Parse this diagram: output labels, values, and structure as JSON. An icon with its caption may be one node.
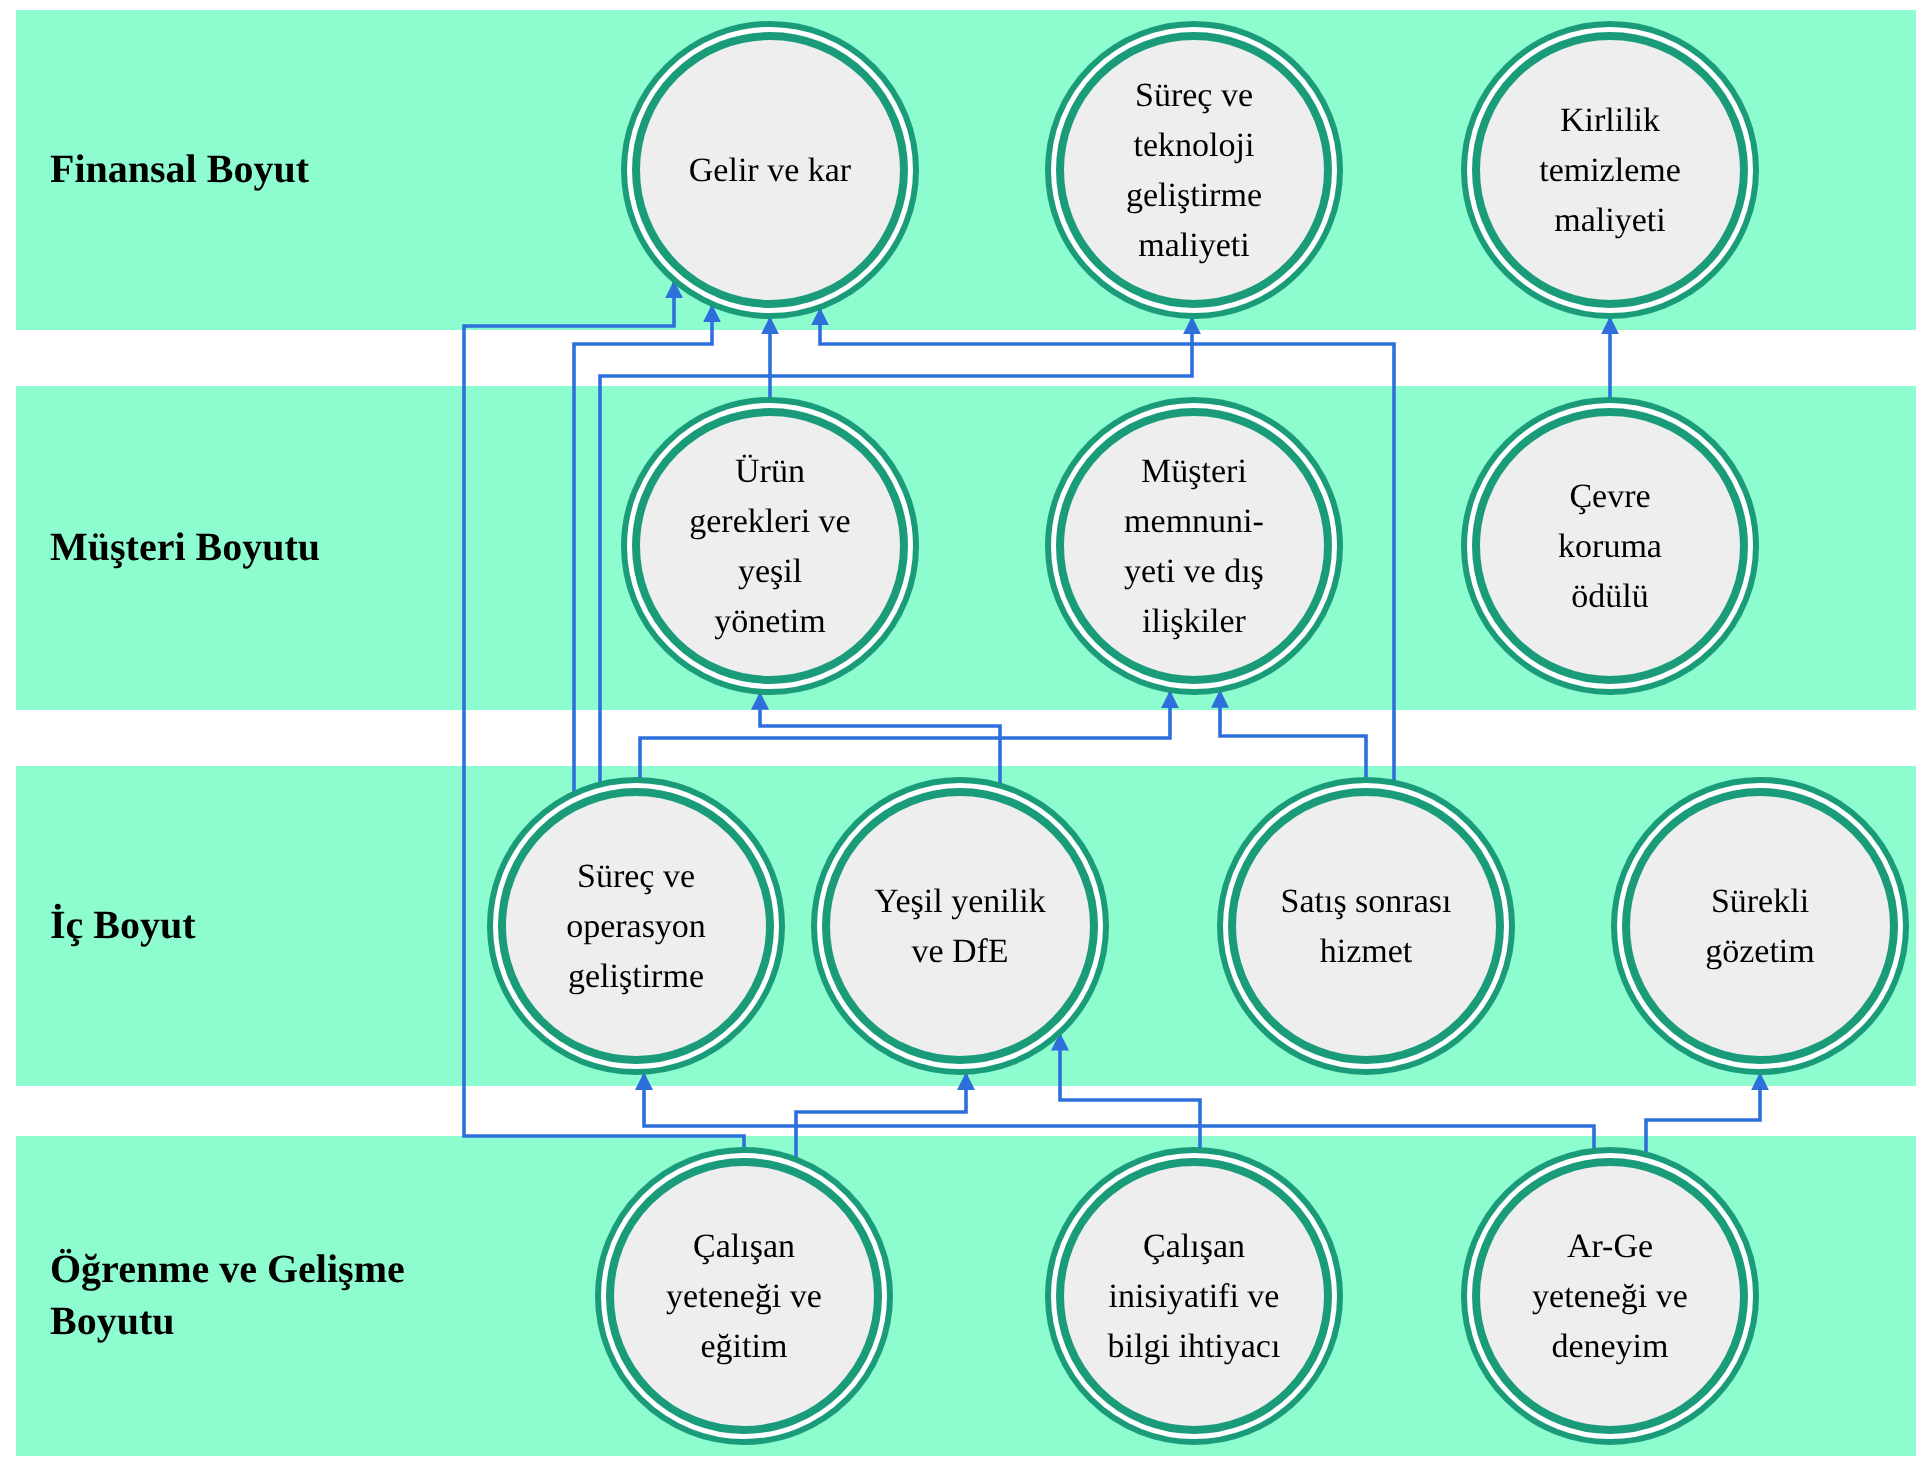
{
  "diagram": {
    "nodes": [
      {
        "text": [
          "Finansal Boyut"
        ]
      },
      {
        "text": [
          "Gelir ve kar"
        ],
        "in": 0
      },
      {
        "text": [
          "Süreç ve teknoloji geliştirme maliyeti"
        ],
        "in": 0
      },
      {
        "text": [
          "Kirlilik temizleme maliyeti"
        ],
        "in": 0
      },
      {
        "text": [
          "Müşteri Boyutu"
        ]
      },
      {
        "text": [
          "Ürün gerekleri ve yeşil yönetim"
        ],
        "in": 4
      },
      {
        "text": [
          "Müşteri memnuni- yeti ve dış ilişkiler"
        ],
        "in": 4
      },
      {
        "text": [
          "Çevre koruma ödülü"
        ],
        "in": 4
      },
      {
        "text": [
          "İç Boyut"
        ]
      },
      {
        "text": [
          "Süreç ve operasyon geliştirme"
        ],
        "in": 8
      },
      {
        "text": [
          "Yeşil yenilik ve DfE"
        ],
        "in": 8
      },
      {
        "text": [
          "Satış sonrası hizmet"
        ],
        "in": 8
      },
      {
        "text": [
          "Sürekli gözetim"
        ],
        "in": 8
      },
      {
        "text": [
          "Öğrenme ve Gelişme Boyutu"
        ]
      },
      {
        "text": [
          "Çalışan yeteneği ve eğitim"
        ],
        "in": 13
      },
      {
        "text": [
          "Çalışan inisiyatifi ve bilgi ihtiyacı"
        ],
        "in": 13
      },
      {
        "text": [
          "Ar-Ge yeteneği ve deneyim"
        ],
        "in": 13
      }
    ],
    "edges": [
      {
        "from": 14,
        "to": 1,
        "arrow": "to"
      },
      {
        "from": 9,
        "to": 1,
        "arrow": "to"
      },
      {
        "from": 9,
        "to": 2,
        "arrow": "to"
      },
      {
        "from": 5,
        "to": 1,
        "arrow": "to"
      },
      {
        "from": 11,
        "to": 1,
        "arrow": "to"
      },
      {
        "from": 9,
        "to": 6,
        "arrow": "to"
      },
      {
        "from": 10,
        "to": 5,
        "arrow": "to"
      },
      {
        "from": 11,
        "to": 6,
        "arrow": "to"
      },
      {
        "from": 7,
        "to": 3,
        "arrow": "to"
      },
      {
        "from": 16,
        "to": 9,
        "arrow": "to"
      },
      {
        "from": 14,
        "to": 10,
        "arrow": "to"
      },
      {
        "from": 15,
        "to": 10,
        "arrow": "to"
      },
      {
        "from": 16,
        "to": 12,
        "arrow": "to"
      }
    ]
  }
}
